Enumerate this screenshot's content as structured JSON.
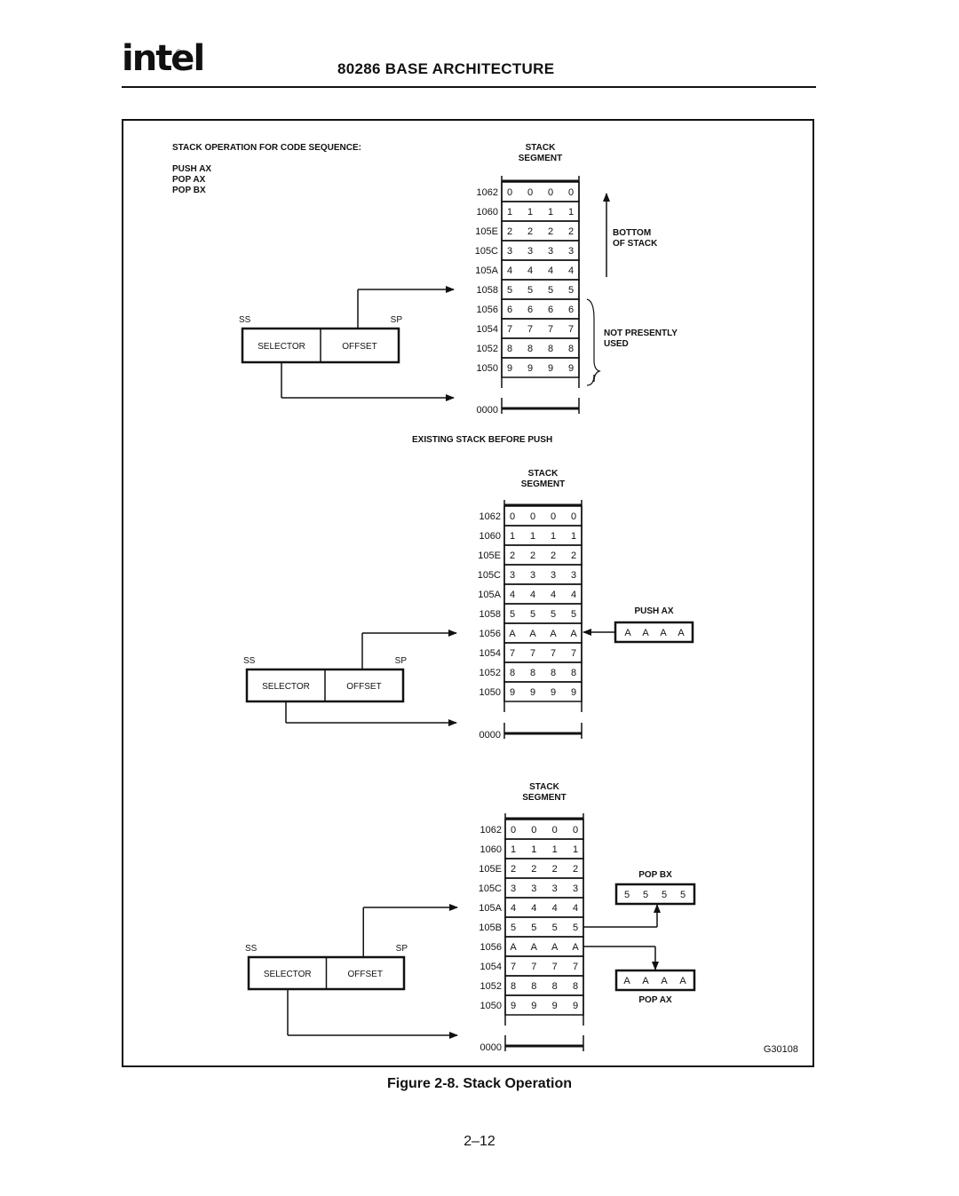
{
  "header": {
    "logo": "intel",
    "logo_mark": "®",
    "title": "80286 BASE ARCHITECTURE"
  },
  "figure": {
    "sequence_label": "STACK OPERATION FOR CODE SEQUENCE:",
    "code": [
      "PUSH AX",
      "POP AX",
      "POP BX"
    ],
    "figure_id": "G30108",
    "panels": [
      {
        "stack_title": [
          "STACK",
          "SEGMENT"
        ],
        "addresses": [
          "1062",
          "1060",
          "105E",
          "105C",
          "105A",
          "1058",
          "1056",
          "1054",
          "1052",
          "1050"
        ],
        "rows": [
          [
            "0",
            "0",
            "0",
            "0"
          ],
          [
            "1",
            "1",
            "1",
            "1"
          ],
          [
            "2",
            "2",
            "2",
            "2"
          ],
          [
            "3",
            "3",
            "3",
            "3"
          ],
          [
            "4",
            "4",
            "4",
            "4"
          ],
          [
            "5",
            "5",
            "5",
            "5"
          ],
          [
            "6",
            "6",
            "6",
            "6"
          ],
          [
            "7",
            "7",
            "7",
            "7"
          ],
          [
            "8",
            "8",
            "8",
            "8"
          ],
          [
            "9",
            "9",
            "9",
            "9"
          ]
        ],
        "base_address": "0000",
        "ss_label": "SS",
        "sp_label": "SP",
        "selector": "SELECTOR",
        "offset": "OFFSET",
        "sp_row": 5,
        "bottom_label": [
          "BOTTOM",
          "OF STACK"
        ],
        "unused_label": [
          "NOT PRESENTLY",
          "USED"
        ],
        "caption": "EXISTING STACK BEFORE PUSH"
      },
      {
        "stack_title": [
          "STACK",
          "SEGMENT"
        ],
        "addresses": [
          "1062",
          "1060",
          "105E",
          "105C",
          "105A",
          "1058",
          "1056",
          "1054",
          "1052",
          "1050"
        ],
        "rows": [
          [
            "0",
            "0",
            "0",
            "0"
          ],
          [
            "1",
            "1",
            "1",
            "1"
          ],
          [
            "2",
            "2",
            "2",
            "2"
          ],
          [
            "3",
            "3",
            "3",
            "3"
          ],
          [
            "4",
            "4",
            "4",
            "4"
          ],
          [
            "5",
            "5",
            "5",
            "5"
          ],
          [
            "A",
            "A",
            "A",
            "A"
          ],
          [
            "7",
            "7",
            "7",
            "7"
          ],
          [
            "8",
            "8",
            "8",
            "8"
          ],
          [
            "9",
            "9",
            "9",
            "9"
          ]
        ],
        "base_address": "0000",
        "ss_label": "SS",
        "sp_label": "SP",
        "selector": "SELECTOR",
        "offset": "OFFSET",
        "sp_row": 6,
        "register_label": "PUSH AX",
        "register": [
          "A",
          "A",
          "A",
          "A"
        ]
      },
      {
        "stack_title": [
          "STACK",
          "SEGMENT"
        ],
        "addresses": [
          "1062",
          "1060",
          "105E",
          "105C",
          "105A",
          "105B",
          "1056",
          "1054",
          "1052",
          "1050"
        ],
        "rows": [
          [
            "0",
            "0",
            "0",
            "0"
          ],
          [
            "1",
            "1",
            "1",
            "1"
          ],
          [
            "2",
            "2",
            "2",
            "2"
          ],
          [
            "3",
            "3",
            "3",
            "3"
          ],
          [
            "4",
            "4",
            "4",
            "4"
          ],
          [
            "5",
            "5",
            "5",
            "5"
          ],
          [
            "A",
            "A",
            "A",
            "A"
          ],
          [
            "7",
            "7",
            "7",
            "7"
          ],
          [
            "8",
            "8",
            "8",
            "8"
          ],
          [
            "9",
            "9",
            "9",
            "9"
          ]
        ],
        "base_address": "0000",
        "ss_label": "SS",
        "sp_label": "SP",
        "selector": "SELECTOR",
        "offset": "OFFSET",
        "sp_row": 4,
        "reg_top_label": "POP BX",
        "reg_top": [
          "5",
          "5",
          "5",
          "5"
        ],
        "reg_bottom": [
          "A",
          "A",
          "A",
          "A"
        ],
        "reg_bottom_label": "POP AX"
      }
    ]
  },
  "caption": "Figure 2-8.  Stack Operation",
  "page_number": "2–12"
}
